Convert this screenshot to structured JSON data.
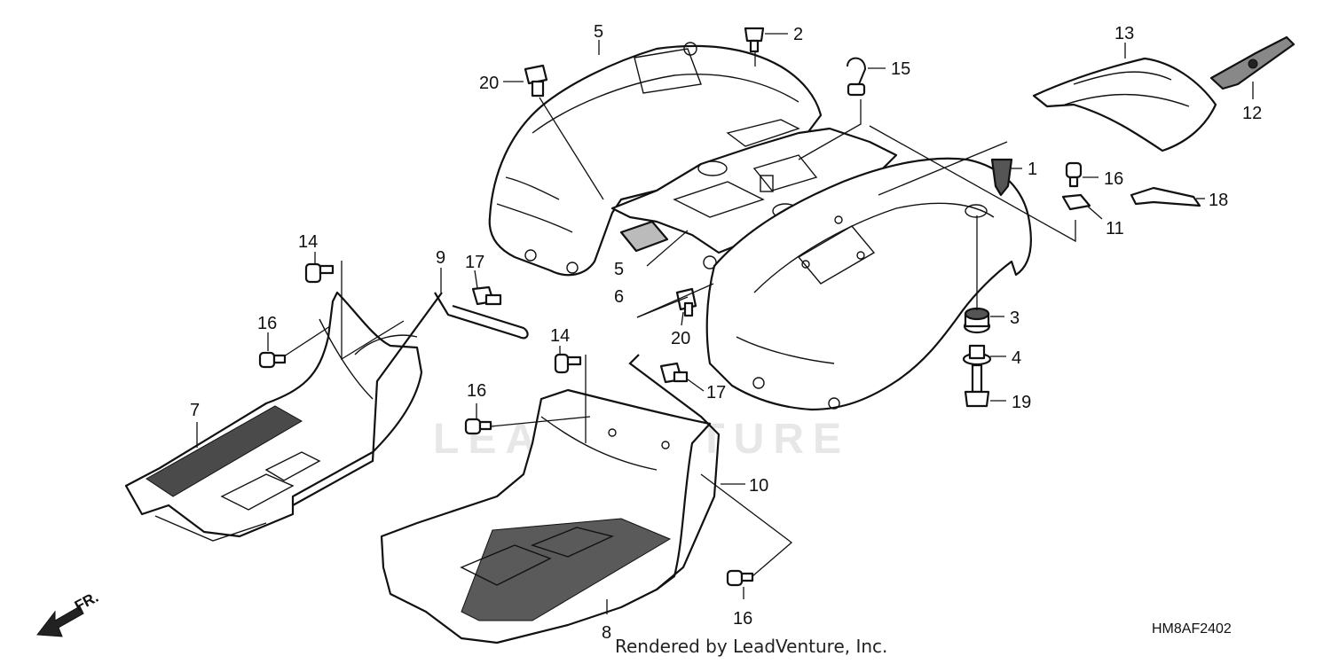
{
  "diagram": {
    "callouts": {
      "c1": "1",
      "c2": "2",
      "c3": "3",
      "c4": "4",
      "c5a": "5",
      "c5b": "5",
      "c6": "6",
      "c7": "7",
      "c8": "8",
      "c9": "9",
      "c10": "10",
      "c11": "11",
      "c12": "12",
      "c13": "13",
      "c14a": "14",
      "c14b": "14",
      "c15": "15",
      "c16a": "16",
      "c16b": "16",
      "c16c": "16",
      "c16d": "16",
      "c17a": "17",
      "c17b": "17",
      "c18": "18",
      "c19": "19",
      "c20a": "20",
      "c20b": "20"
    },
    "front_direction_label": "FR.",
    "watermark": "LEADVENTURE",
    "credit": "Rendered by LeadVenture, Inc.",
    "diagram_code": "HM8AF2402"
  },
  "colors": {
    "line": "#111111",
    "watermark": "#e7e7e7",
    "background": "#ffffff"
  }
}
